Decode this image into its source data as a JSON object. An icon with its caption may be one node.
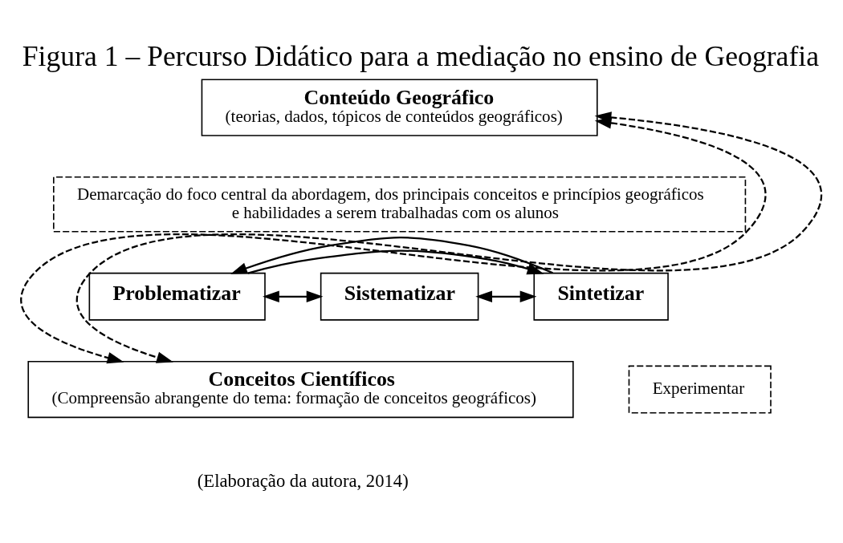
{
  "diagram": {
    "title": "Figura 1 – Percurso Didático para a mediação no ensino de Geografia",
    "caption": "(Elaboração da autora, 2014)",
    "nodes": [
      {
        "text": [
          "Conteúdo Geográfico",
          "(teorias, dados, tópicos de conteúdos geográficos)"
        ]
      },
      {
        "text": [
          "Demarcação do foco central da abordagem, dos principais conceitos e princípios geográficos e habilidades a serem trabalhadas com os alunos"
        ]
      },
      {
        "text": [
          "Problematizar"
        ]
      },
      {
        "text": [
          "Sistematizar"
        ]
      },
      {
        "text": [
          "Sintetizar"
        ]
      },
      {
        "text": [
          "Experimentar"
        ]
      },
      {
        "text": [
          "Conceitos Científicos",
          "(Compreensão abrangente do tema: formação de conceitos geográficos)"
        ]
      }
    ],
    "edges": [
      {
        "from": 2,
        "to": 3,
        "arrow": "both"
      },
      {
        "from": 3,
        "to": 4,
        "arrow": "both"
      },
      {
        "from": 0,
        "to": 6,
        "arrow": "both",
        "style": "dashed"
      },
      {
        "from": 0,
        "to": 6,
        "arrow": "both",
        "style": "dashed"
      },
      {
        "from": 2,
        "to": 4,
        "arrow": "to"
      },
      {
        "from": 4,
        "to": 2,
        "arrow": "to"
      }
    ]
  }
}
